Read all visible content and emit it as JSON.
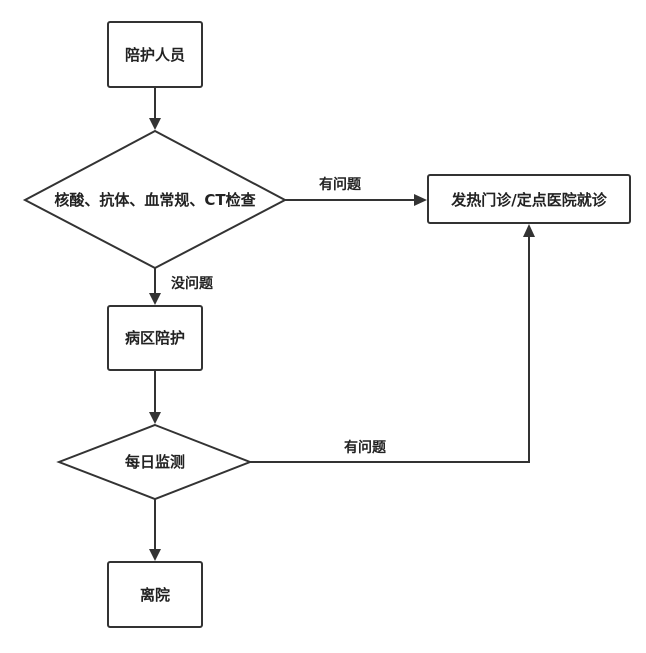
{
  "nodes": {
    "companion": "陪护人员",
    "test": "核酸、抗体、血常规、CT检查",
    "fever_clinic": "发热门诊/定点医院就诊",
    "ward": "病区陪护",
    "daily": "每日监测",
    "discharge": "离院"
  },
  "edges": {
    "test_problem": "有问题",
    "test_ok": "没问题",
    "daily_problem": "有问题"
  }
}
